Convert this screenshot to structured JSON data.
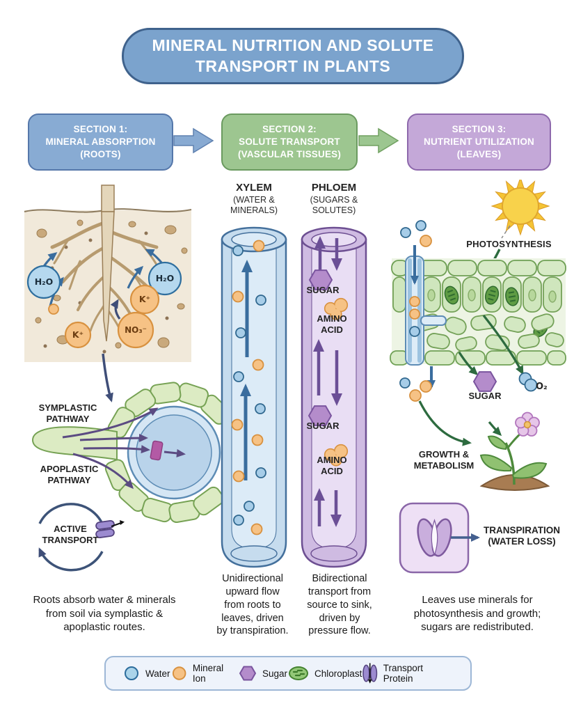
{
  "title": "MINERAL NUTRITION AND SOLUTE\nTRANSPORT IN PLANTS",
  "sections": {
    "s1": "SECTION 1:\nMINERAL ABSORPTION\n(ROOTS)",
    "s2": "SECTION 2:\nSOLUTE TRANSPORT\n(VASCULAR TISSUES)",
    "s3": "SECTION 3:\nNUTRIENT UTILIZATION\n(LEAVES)"
  },
  "roots_panel": {
    "ions": {
      "h2o_left": "H₂O",
      "h2o_right": "H₂O",
      "k_upper": "K⁺",
      "k_lower": "K⁺",
      "no3": "NO₃⁻"
    },
    "symplastic_label": "SYMPLASTIC\nPATHWAY",
    "apoplastic_label": "APOPLASTIC\nPATHWAY",
    "active_transport_label": "ACTIVE\nTRANSPORT",
    "caption": "Roots absorb water & minerals\nfrom soil via symplastic &\napoplastic routes."
  },
  "xylem": {
    "name": "XYLEM",
    "subtitle": "(WATER &\nMINERALS)",
    "caption": "Unidirectional\nupward flow\nfrom roots to\nleaves, driven\nby transpiration."
  },
  "phloem": {
    "name": "PHLOEM",
    "subtitle": "(SUGARS &\nSOLUTES)",
    "sugar_top": "SUGAR",
    "amino_top": "AMINO\nACID",
    "sugar_bottom": "SUGAR",
    "amino_bottom": "AMINO\nACID",
    "caption": "Bidirectional\ntransport from\nsource to sink,\ndriven by\npressure flow."
  },
  "leaves_panel": {
    "photosynthesis_label": "PHOTOSYNTHESIS",
    "sugar_label": "SUGAR",
    "o2_label": "O₂",
    "growth_label": "GROWTH &\nMETABOLISM",
    "transpiration_label": "TRANSPIRATION\n(WATER LOSS)",
    "caption": "Leaves use minerals for\nphotosynthesis and growth;\nsugars are redistributed."
  },
  "legend": {
    "items": [
      {
        "icon": "water-icon",
        "label": "Water"
      },
      {
        "icon": "mineral-ion-icon",
        "label": "Mineral Ion"
      },
      {
        "icon": "sugar-icon",
        "label": "Sugar"
      },
      {
        "icon": "chloroplast-icon",
        "label": "Chloroplast"
      },
      {
        "icon": "transport-protein-icon",
        "label": "Transport Protein"
      }
    ]
  },
  "colors": {
    "title_fill": "#7ba3cd",
    "title_border": "#3f628c",
    "section1_fill": "#88abd3",
    "section1_border": "#5577aa",
    "section2_fill": "#9dc690",
    "section2_border": "#6a9a5f",
    "section3_fill": "#c4a8d8",
    "section3_border": "#8d68ac",
    "xylem_fill": "#d9e9f6",
    "xylem_border": "#45719b",
    "phloem_fill": "#e8def2",
    "phloem_border": "#6b4d90",
    "water": "#abd4ea",
    "mineral_ion": "#f6c285",
    "sugar": "#b48ccb",
    "arrow_blue": "#3a6d9e",
    "arrow_purple": "#5b4b82",
    "arrow_green": "#2d6b3f",
    "arrow_navy": "#3f4e78"
  }
}
